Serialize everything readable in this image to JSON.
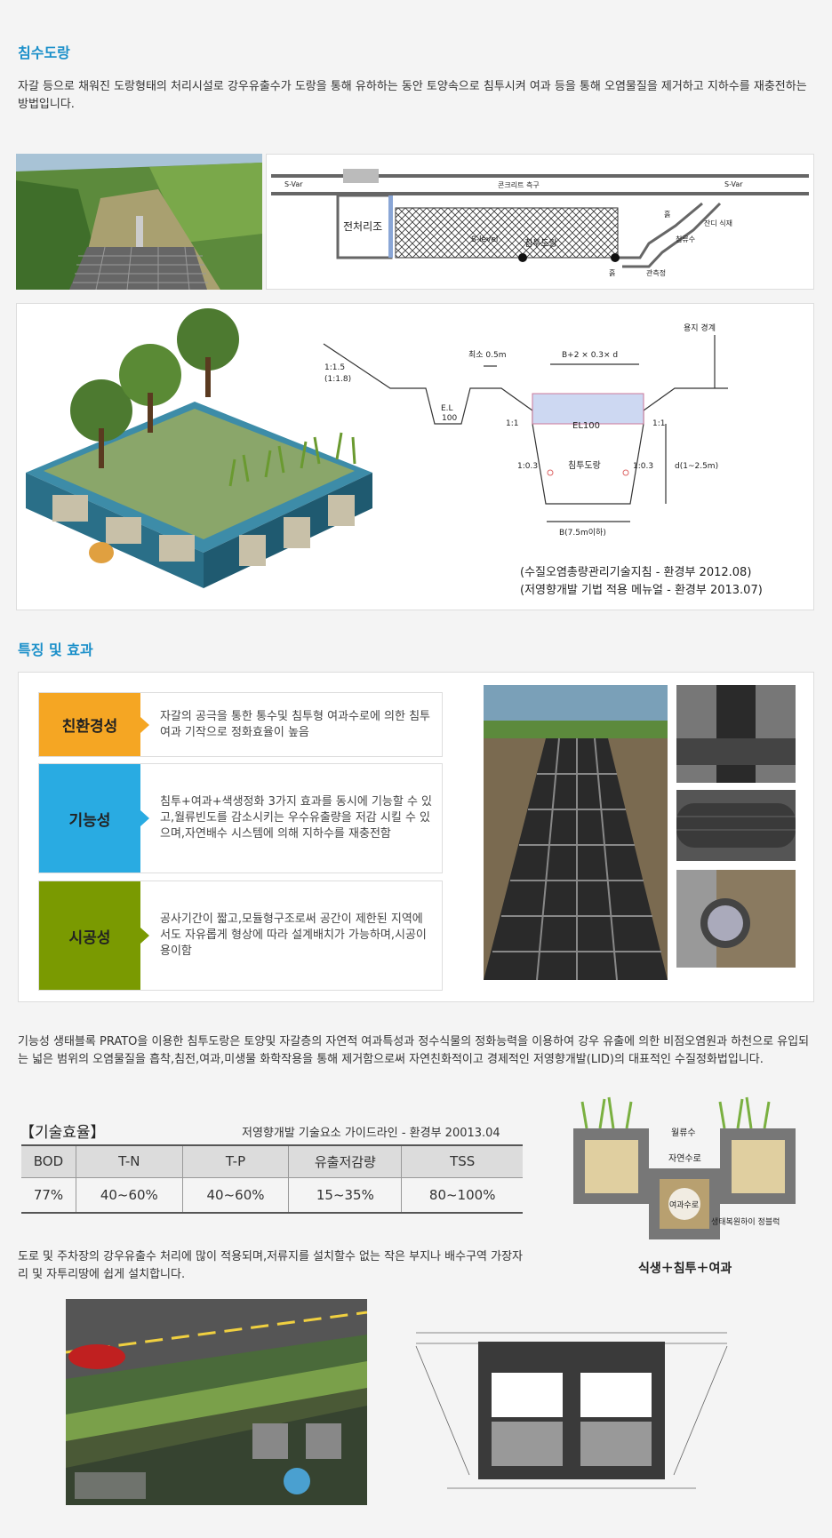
{
  "section1": {
    "title": "침수도랑",
    "description": "자갈 등으로 채워진 도랑형태의 처리시설로 강우유출수가 도랑을 통해 유하하는 동안 토양속으로 침투시켜 여과 등을 통해 오염물질을 제거하고 지하수를 재충전하는 방법입니다."
  },
  "diagram_top": {
    "labels": {
      "s_var_left": "S-Var",
      "s_var_right": "S-Var",
      "concrete": "콘크리트 측구",
      "pre_treatment": "전처리조",
      "s_level": "S-level",
      "infiltration": "침투도랑",
      "soil_a": "흙",
      "lawn": "잔디 식재",
      "infiltrated_water": "침류수",
      "soil_b": "흙",
      "observation": "관측정"
    }
  },
  "diagram_section": {
    "labels": {
      "boundary": "용지 경계",
      "min": "최소 0.5m",
      "width_formula": "B+2 × 0.3× d",
      "slope_15": "1:1.5",
      "slope_18": "(1:1.8)",
      "el": "E.L",
      "el_100_small": "100",
      "one_one_l": "1:1",
      "one_one_r": "1:1",
      "el100": "EL100",
      "slope_03_l": "1:0.3",
      "slope_03_r": "1:0.3",
      "center": "침투도랑",
      "depth": "d(1~2.5m)",
      "bottom": "B(7.5m이하)"
    },
    "source_1": "(수질오염총량관리기술지침 - 환경부 2012.08)",
    "source_2": "(저영향개발 기법 적용 메뉴얼 - 환경부 2013.07)"
  },
  "section2": {
    "title": "특징 및 효과",
    "features": [
      {
        "tag": "친환경성",
        "color": "#f5a623",
        "desc": "자갈의 공극을 통한 통수및 침투형 여과수로에 의한 침투여과 기작으로 정화효율이 높음"
      },
      {
        "tag": "기능성",
        "color": "#29abe2",
        "desc": "침투+여과+색생정화 3가지 효과를 동시에 기능할 수 있고,월류빈도를 감소시키는 우수유출량을 저감 시킬 수 있으며,자연배수 시스템에 의해 지하수를 재충전함"
      },
      {
        "tag": "시공성",
        "color": "#7a9a01",
        "desc": "공사기간이 짧고,모듈형구조로써 공간이 제한된 지역에 서도 자유롭게 형상에 따라 설계배치가 가능하며,시공이 용이함"
      }
    ]
  },
  "section3": {
    "description": "기능성 생태블록 PRATO을 이용한 침투도랑은 토양및 자갈층의 자연적 여과특성과 정수식물의 정화능력을 이용하여 강우 유출에 의한 비점오염원과 하천으로 유입되는 넓은 범위의 오염물질을 흡착,침전,여과,미생물 화학작용을 통해 제거함으로써 자연친화적이고 경제적인 저영향개발(LID)의 대표적인 수질정화법입니다.",
    "tech_title": "【기술효율】",
    "tech_source": "저영향개발 기술요소 가이드라인 - 환경부 20013.04",
    "table": {
      "headers": [
        "BOD",
        "T-N",
        "T-P",
        "유출저감량",
        "TSS"
      ],
      "values": [
        "77%",
        "40~60%",
        "40~60%",
        "15~35%",
        "80~100%"
      ]
    },
    "module": {
      "overflow": "월류수",
      "natural": "자연수로",
      "filter": "여과수로",
      "block": "생태복원하이 정블럭",
      "caption": "식생＋침투＋여과"
    },
    "bottom_description": "도로 및 주차장의 강우유출수 처리에 많이 적용되며,저류지를 설치할수 없는 작은 부지나 배수구역 가장자리 및 자투리땅에 쉽게 설치합니다."
  }
}
